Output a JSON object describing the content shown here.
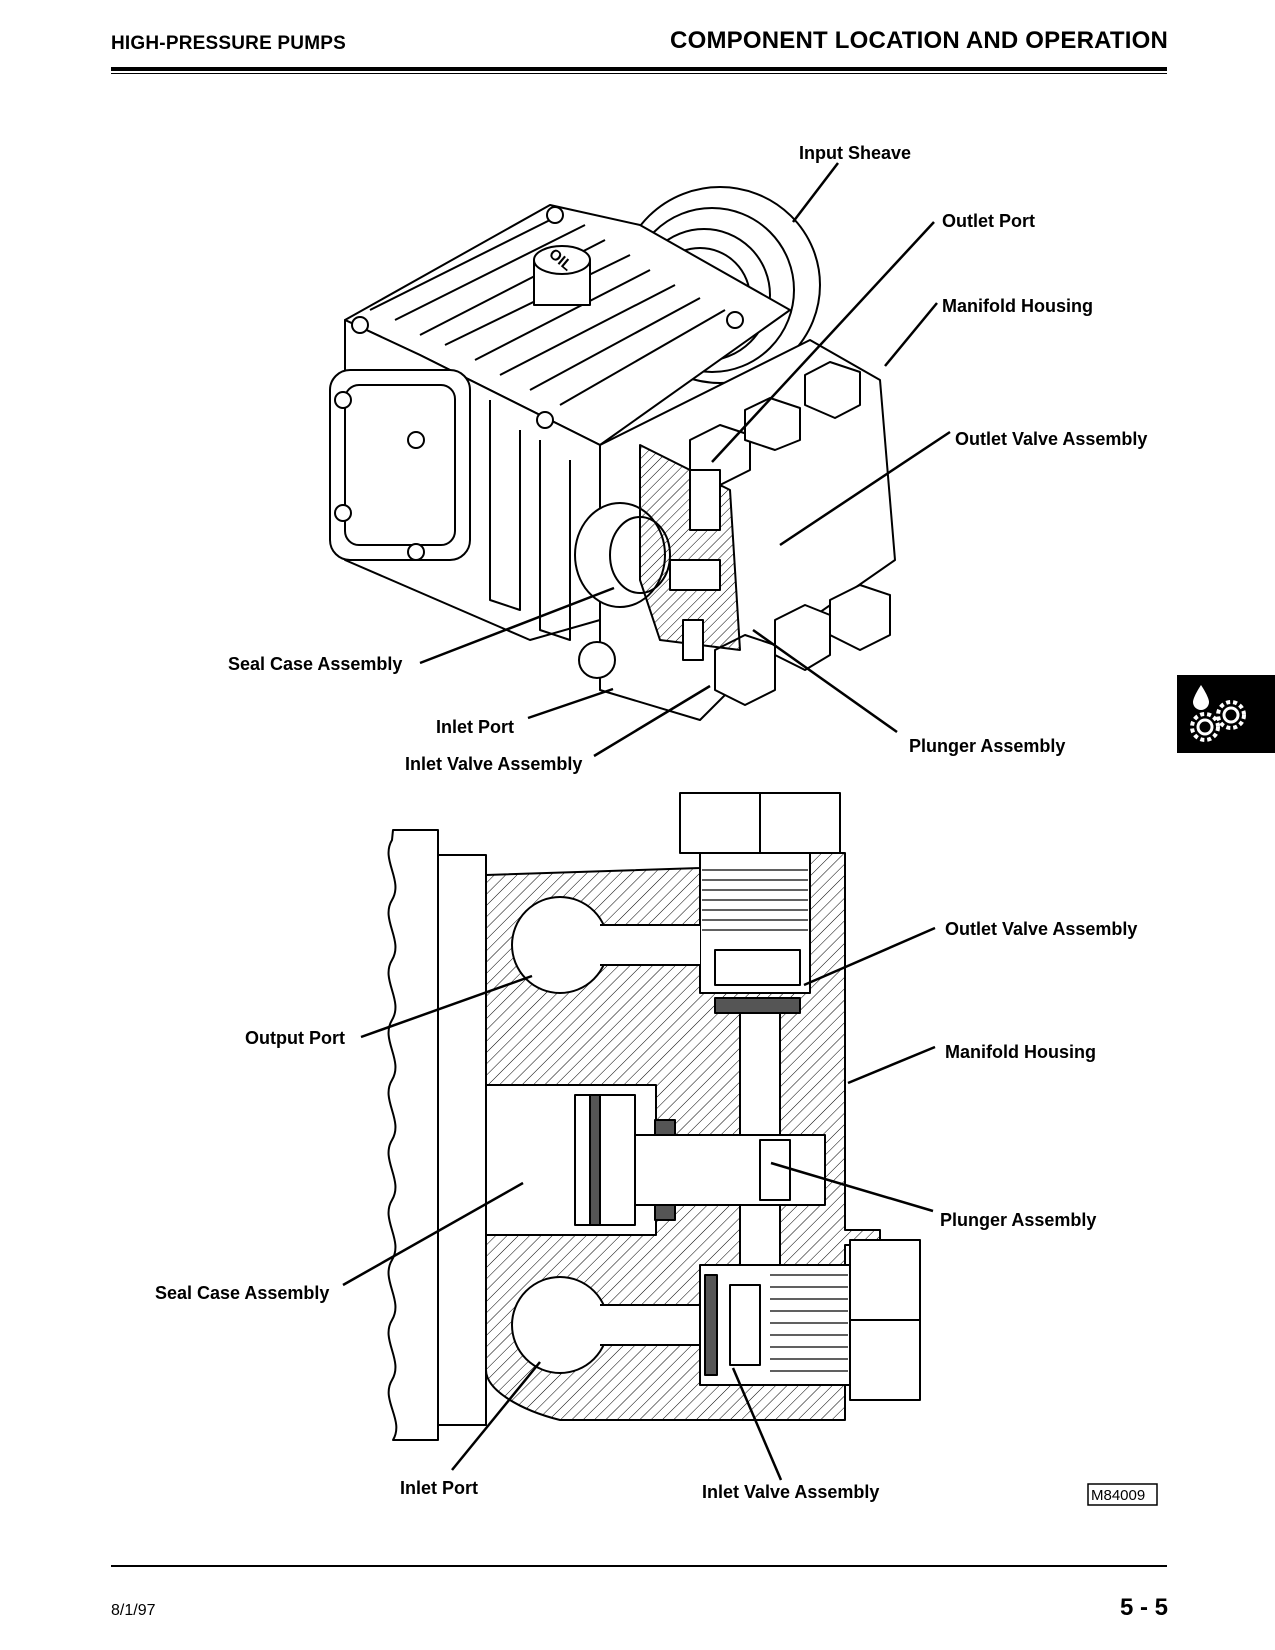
{
  "header": {
    "section": "HIGH-PRESSURE PUMPS",
    "title": "COMPONENT LOCATION AND OPERATION"
  },
  "footer": {
    "date": "8/1/97",
    "page": "5 - 5"
  },
  "figure_top": {
    "oil_cap_text": "OIL",
    "labels": {
      "input_sheave": "Input Sheave",
      "outlet_port": "Outlet Port",
      "manifold_housing": "Manifold Housing",
      "outlet_valve_assembly": "Outlet Valve Assembly",
      "seal_case_assembly": "Seal Case Assembly",
      "inlet_port": "Inlet Port",
      "inlet_valve_assembly": "Inlet Valve Assembly",
      "plunger_assembly": "Plunger Assembly"
    }
  },
  "figure_bottom": {
    "labels": {
      "outlet_valve_assembly": "Outlet Valve Assembly",
      "output_port": "Output Port",
      "manifold_housing": "Manifold Housing",
      "plunger_assembly": "Plunger Assembly",
      "seal_case_assembly": "Seal Case Assembly",
      "inlet_port": "Inlet Port",
      "inlet_valve_assembly": "Inlet Valve Assembly"
    },
    "figure_id": "M84009"
  },
  "section_tab": {
    "icon": "fluid-gears-icon"
  }
}
